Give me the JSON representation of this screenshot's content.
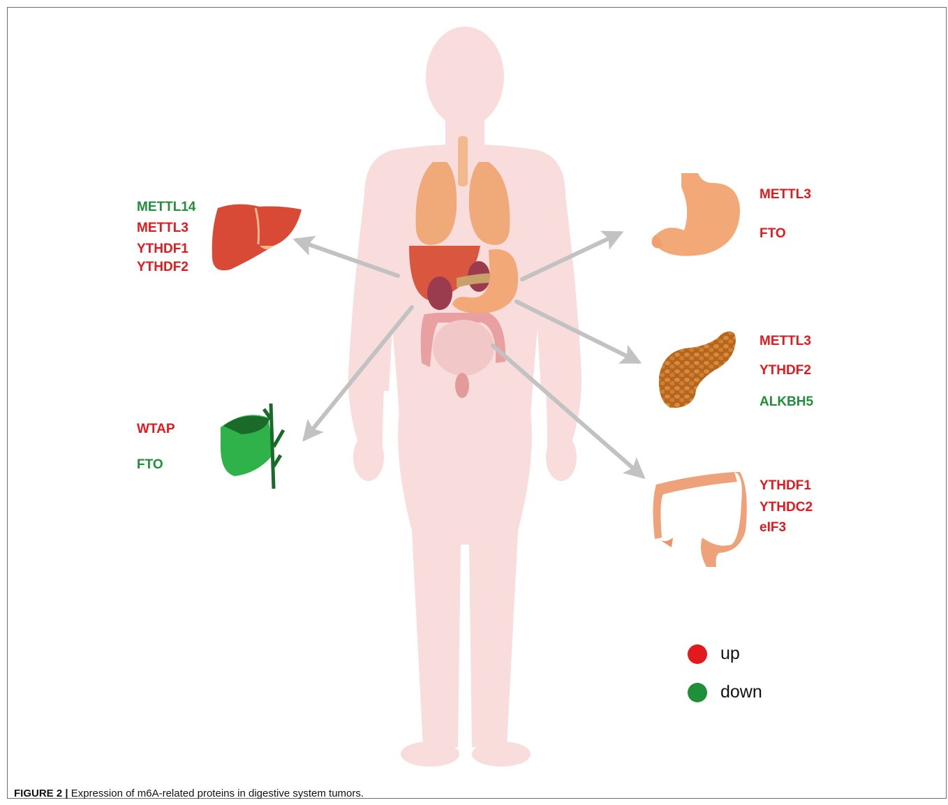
{
  "figure": {
    "caption_label": "FIGURE 2 |",
    "caption_text": " Expression of m6A-related proteins in digestive system tumors."
  },
  "colors": {
    "up": "#e3191d",
    "down": "#1f8f3a",
    "silhouette": "#f9dcdc",
    "arrow": "#c2c2c2"
  },
  "organs": {
    "liver": {
      "icon": "liver-icon",
      "markers": [
        {
          "name": "METTL14",
          "status": "down"
        },
        {
          "name": "METTL3",
          "status": "up"
        },
        {
          "name": "YTHDF1",
          "status": "up"
        },
        {
          "name": "YTHDF2",
          "status": "up"
        }
      ]
    },
    "gallbladder": {
      "icon": "gallbladder-icon",
      "markers": [
        {
          "name": "WTAP",
          "status": "up"
        },
        {
          "name": "FTO",
          "status": "down"
        }
      ]
    },
    "stomach": {
      "icon": "stomach-icon",
      "markers": [
        {
          "name": "METTL3",
          "status": "up"
        },
        {
          "name": "FTO",
          "status": "up"
        }
      ]
    },
    "pancreas": {
      "icon": "pancreas-icon",
      "markers": [
        {
          "name": "METTL3",
          "status": "up"
        },
        {
          "name": "YTHDF2",
          "status": "up"
        },
        {
          "name": "ALKBH5",
          "status": "down"
        }
      ]
    },
    "colon": {
      "icon": "colon-icon",
      "markers": [
        {
          "name": "YTHDF1",
          "status": "up"
        },
        {
          "name": "YTHDC2",
          "status": "up"
        },
        {
          "name": "eIF3",
          "status": "up"
        }
      ]
    }
  },
  "legend": {
    "up": {
      "label": "up",
      "color": "#e3191d"
    },
    "down": {
      "label": "down",
      "color": "#1f8f3a"
    }
  }
}
